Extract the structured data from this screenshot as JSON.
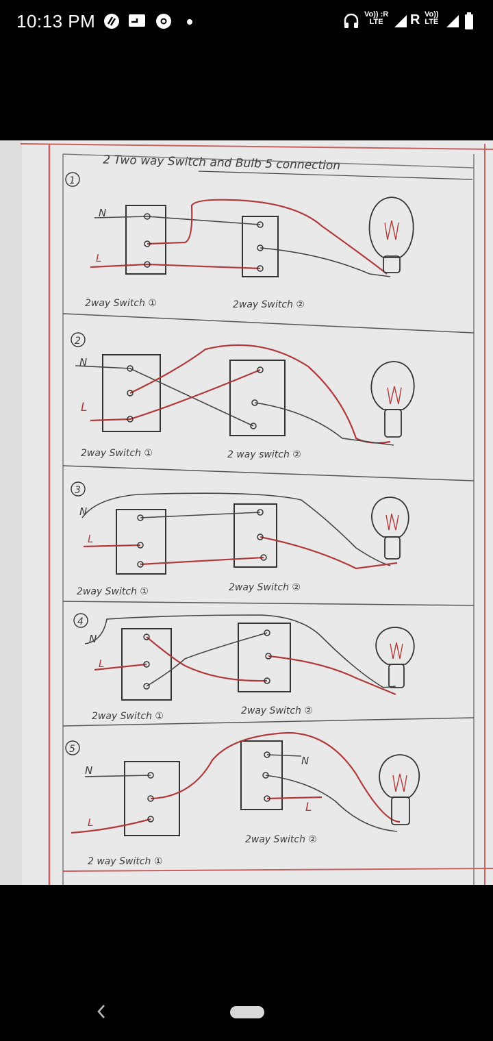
{
  "status_bar": {
    "time": "10:13 PM",
    "network_1": {
      "top": "Vo)) :R",
      "bottom": "LTE"
    },
    "roaming": "R",
    "network_2": {
      "top": "Vo))",
      "bottom": "LTE"
    }
  },
  "image": {
    "title": "2 Two way Switch and Bulb 5 connection",
    "diagrams": [
      {
        "number": "1",
        "switch_1_label": "2way Switch ①",
        "switch_2_label": "2way Switch ②",
        "neutral": "N",
        "live": "L"
      },
      {
        "number": "2",
        "switch_1_label": "2way Switch ①",
        "switch_2_label": "2 way switch ②",
        "neutral": "N",
        "live": "L"
      },
      {
        "number": "3",
        "switch_1_label": "2way Switch ①",
        "switch_2_label": "2way Switch ②",
        "neutral": "N",
        "live": "L"
      },
      {
        "number": "4",
        "switch_1_label": "2way Switch ①",
        "switch_2_label": "2way Switch ②",
        "neutral": "N",
        "live": "L"
      },
      {
        "number": "5",
        "switch_1_label": "2 way Switch ①",
        "switch_2_label": "2way Switch ②",
        "neutral": "N",
        "live": "L"
      }
    ]
  },
  "colors": {
    "red_wire": "#b03a3a",
    "black_wire": "#444444",
    "margin": "#c86060",
    "paper": "#e9e9ea"
  }
}
